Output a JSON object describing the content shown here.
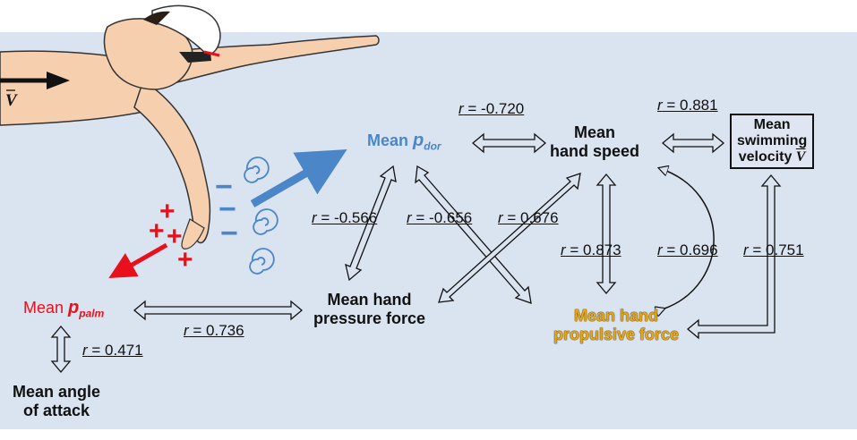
{
  "colors": {
    "background": "#dae3f0",
    "palm_red": "#e8101a",
    "dorsal_blue": "#4a86c8",
    "propulsive_gold": "#f0a800",
    "arrow_outline": "#111111"
  },
  "velocity_symbol": "V",
  "palm_signs": [
    "+",
    "+",
    "+",
    "+"
  ],
  "dorsal_signs": [
    "−",
    "−",
    "−"
  ],
  "nodes": {
    "p_palm": {
      "prefix": "Mean ",
      "main": "p",
      "sub": "palm"
    },
    "p_dor": {
      "prefix": "Mean ",
      "main": "p",
      "sub": "dor"
    },
    "hand_speed": {
      "line1": "Mean",
      "line2": "hand speed"
    },
    "swim_velocity": {
      "line1": "Mean",
      "line2": "swimming",
      "line3": "velocity",
      "symbol": "V"
    },
    "pressure_force": {
      "line1": "Mean hand",
      "line2": "pressure force"
    },
    "propulsive_force": {
      "line1": "Mean hand",
      "line2": "propulsive force"
    },
    "angle_attack": {
      "line1": "Mean angle",
      "line2": "of attack"
    }
  },
  "correlations": {
    "pdor_speed": {
      "r": "r",
      "value": " = -0.720"
    },
    "speed_velocity": {
      "r": "r",
      "value": " = 0.881"
    },
    "pdor_pressure": {
      "r": "r",
      "value": " = -0.566"
    },
    "pdor_propulsive": {
      "r": "r",
      "value": " = -0.656"
    },
    "pressure_speed": {
      "r": "r",
      "value": " = 0.676"
    },
    "speed_propulsive": {
      "r": "r",
      "value": " = 0.873"
    },
    "speed_propulsive_curve": {
      "r": "r",
      "value": " = 0.696"
    },
    "velocity_propulsive": {
      "r": "r",
      "value": " = 0.751"
    },
    "ppalm_pressure": {
      "r": "r",
      "value": " = 0.736"
    },
    "ppalm_angle": {
      "r": "r",
      "value": " = 0.471"
    }
  }
}
